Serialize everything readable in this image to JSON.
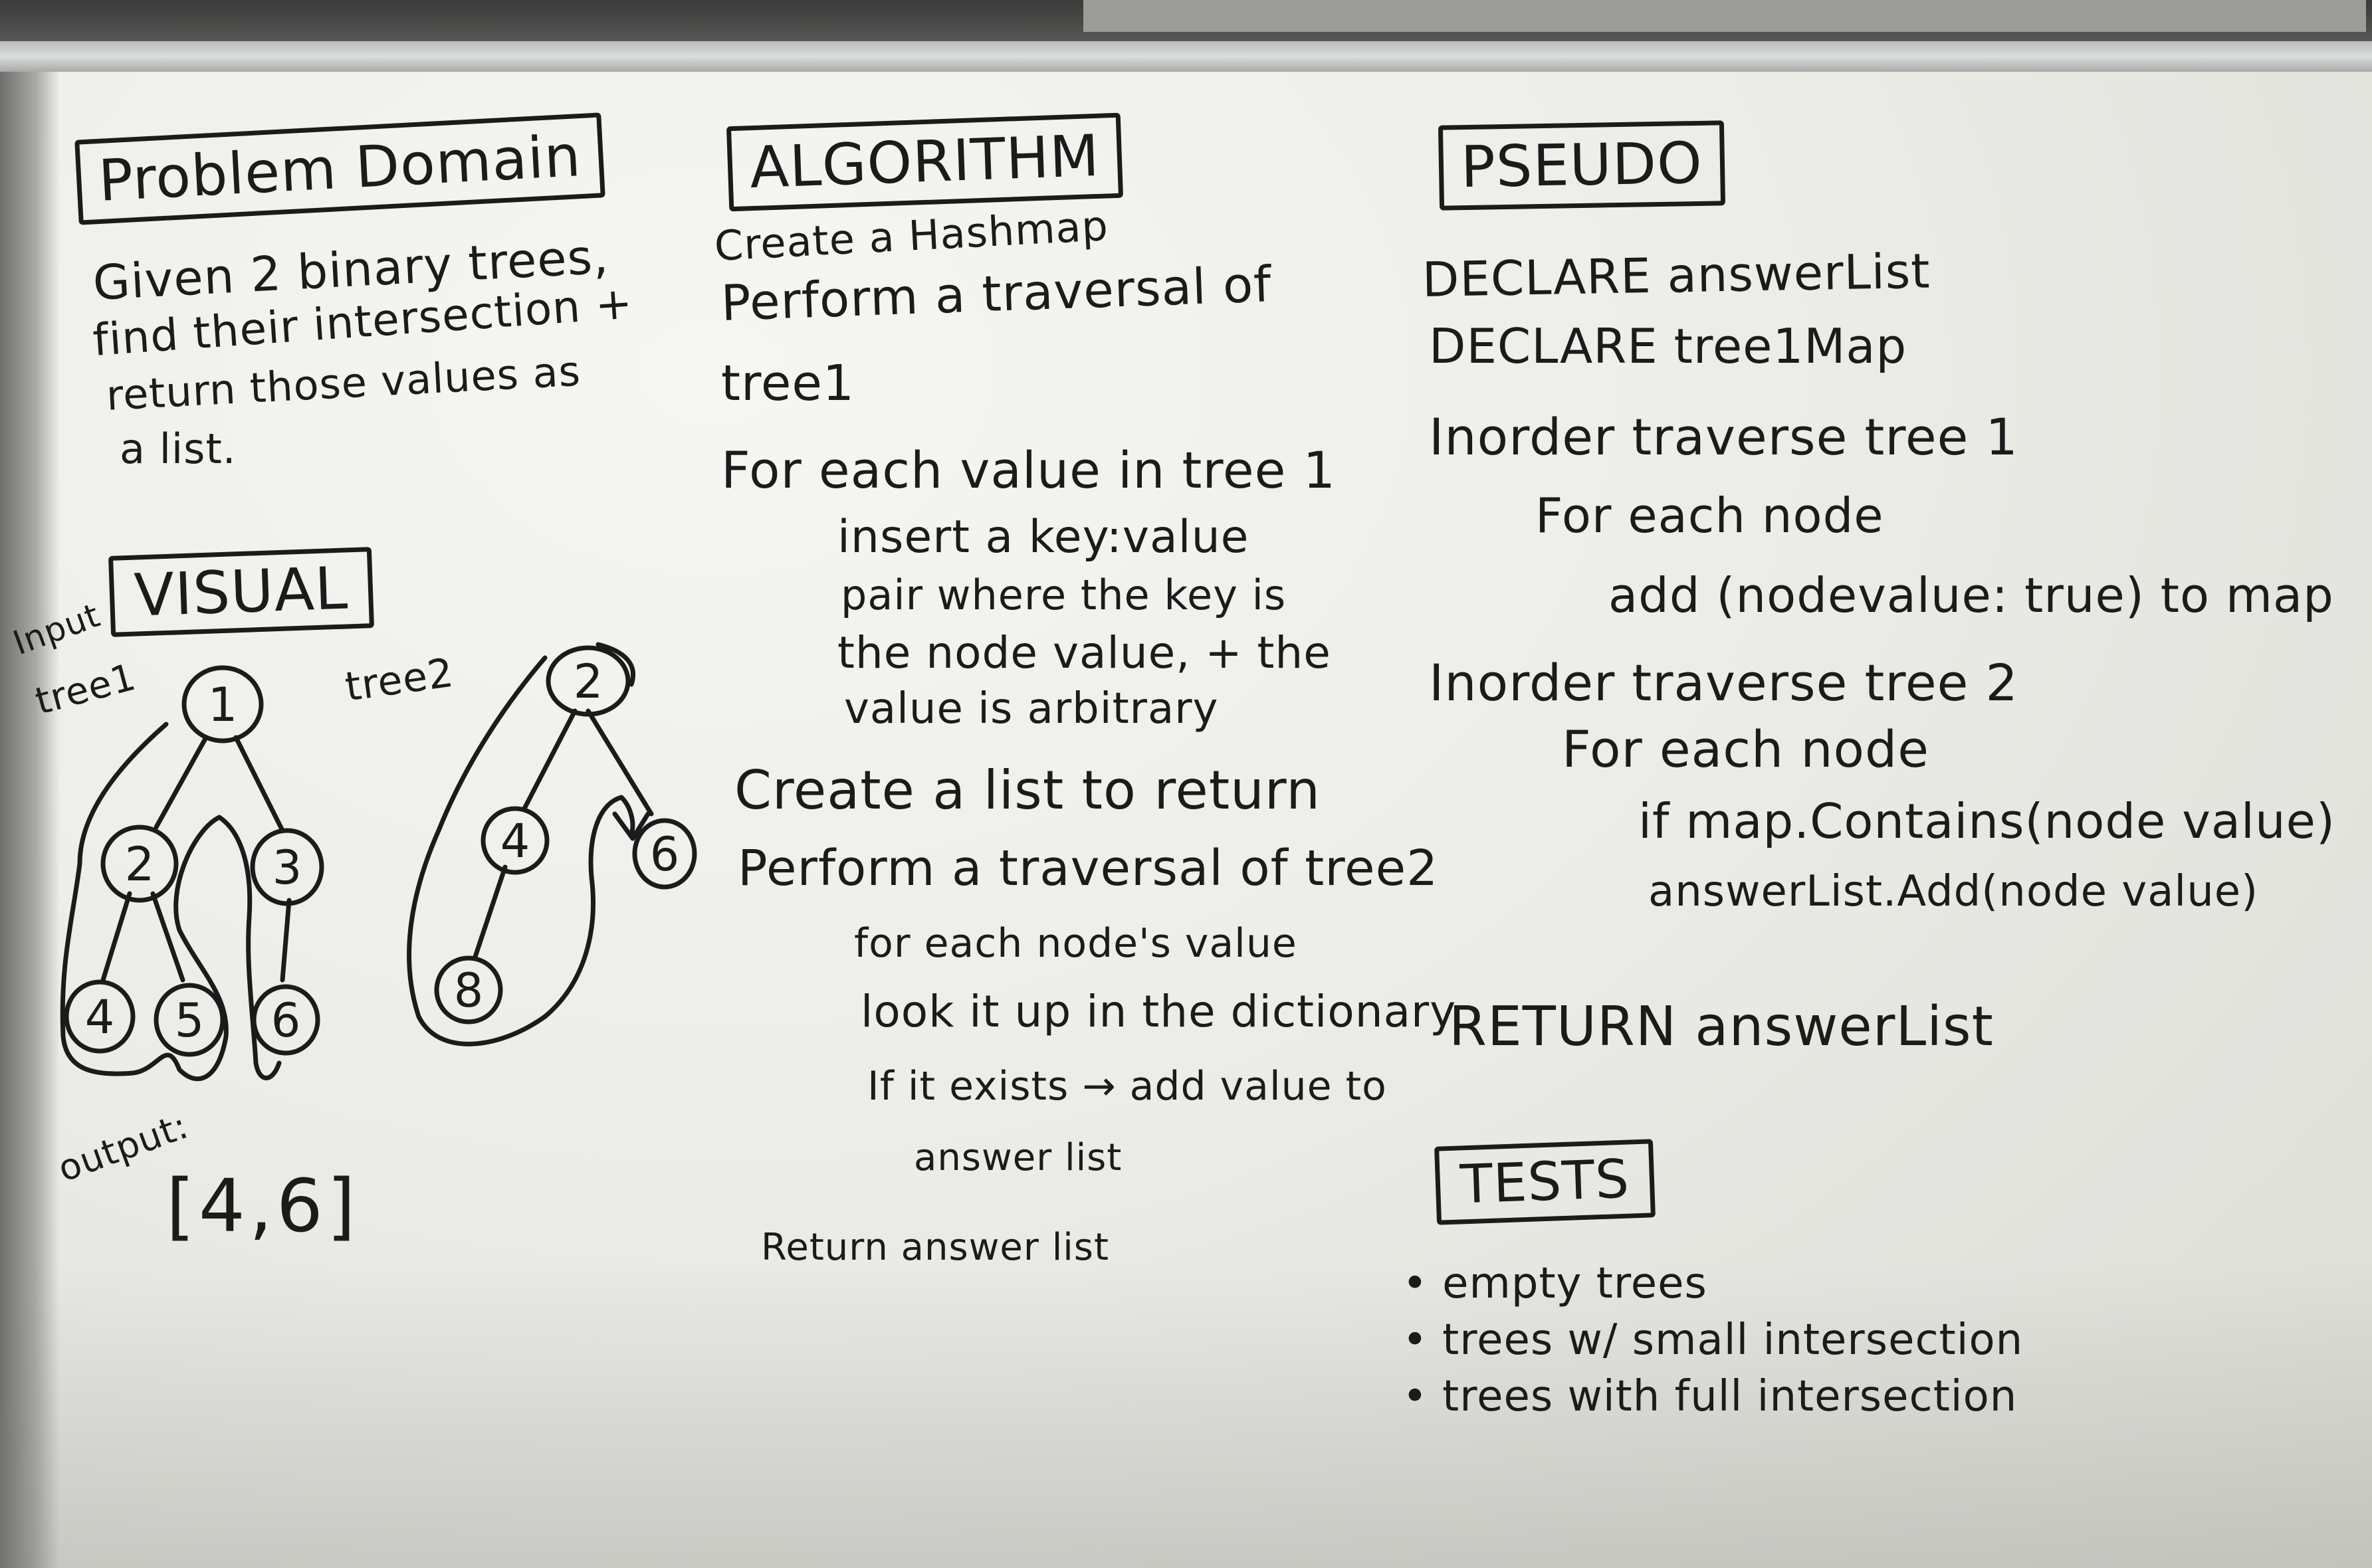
{
  "problem_domain": {
    "heading": "Problem Domain",
    "lines": [
      "Given 2 binary trees,",
      "find their intersection +",
      "return those values as",
      "a list."
    ]
  },
  "algorithm": {
    "heading": "ALGORITHM",
    "lines": [
      "Create a Hashmap",
      "Perform a traversal of",
      "tree1",
      "For each value in tree 1",
      "insert a key:value",
      "pair where the key is",
      "the node value, + the",
      "value is arbitrary",
      "Create a list to return",
      "Perform a traversal of tree2",
      "for each node's value",
      "look it up in the dictionary",
      "If it exists → add value to",
      "answer list",
      "Return answer list"
    ]
  },
  "pseudo": {
    "heading": "PSEUDO",
    "lines": [
      "DECLARE answerList",
      "DECLARE tree1Map",
      "Inorder traverse tree 1",
      "For each node",
      "add (nodevalue: true) to map",
      "Inorder traverse tree 2",
      "For each node",
      "if map.Contains(node value)",
      "answerList.Add(node value)",
      "RETURN answerList"
    ]
  },
  "visual": {
    "heading": "VISUAL",
    "input_label": "Input",
    "tree1_label": "tree1",
    "tree2_label": "tree2",
    "tree1_nodes": [
      "1",
      "2",
      "3",
      "4",
      "5",
      "6"
    ],
    "tree2_nodes": [
      "2",
      "4",
      "6",
      "8"
    ],
    "output_label": "output:",
    "output_value": "[4,6]"
  },
  "tests": {
    "heading": "TESTS",
    "items": [
      "empty trees",
      "trees w/ small intersection",
      "trees with full intersection"
    ]
  },
  "colors": {
    "ink": "#1b1b1b",
    "board": "#ecece8",
    "frame": "#4a4a48"
  }
}
